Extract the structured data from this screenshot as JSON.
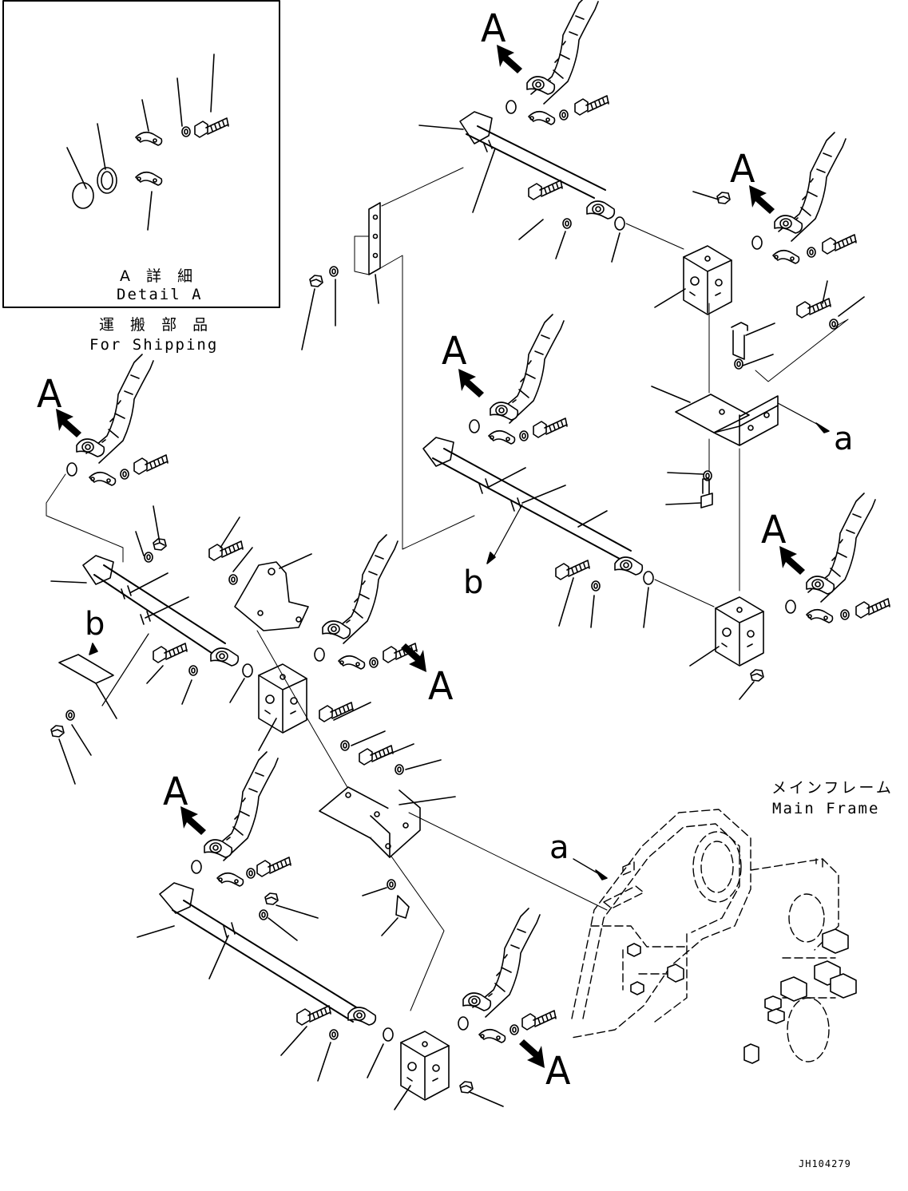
{
  "detail_box": {
    "title_jp": "A 詳 細",
    "title_en": "Detail A"
  },
  "shipping": {
    "label_jp": "運 搬 部 品",
    "label_en": "For Shipping"
  },
  "callout_A": "A",
  "callout_a": "a",
  "callout_b": "b",
  "main_frame": {
    "label_jp": "メインフレーム",
    "label_en": "Main Frame"
  },
  "drawing_id": "JH104279",
  "colors": {
    "line": "#000000",
    "background": "#ffffff"
  },
  "icons": [
    "arrow-icon",
    "hose-icon",
    "pipe-icon",
    "block-icon",
    "bolt-icon",
    "washer-icon",
    "o-ring-icon",
    "clamp-icon",
    "bracket-icon",
    "nut-icon"
  ]
}
